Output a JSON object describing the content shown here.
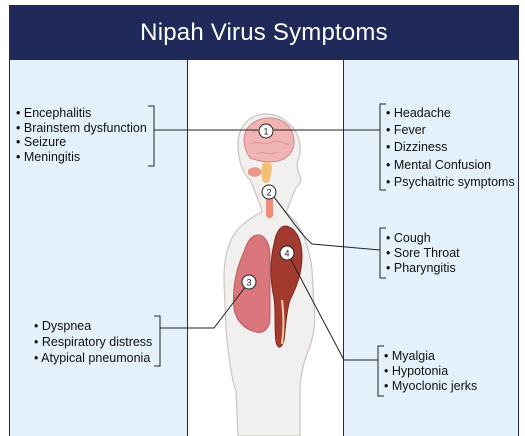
{
  "header": {
    "title": "Nipah Virus Symptoms"
  },
  "groups": {
    "brain": {
      "items": [
        "Encephalitis",
        "Brainstem dysfunction",
        "Seizure",
        "Meningitis"
      ]
    },
    "head": {
      "items": [
        "Headache",
        "Fever",
        "Dizziness",
        "Mental Confusion",
        "Psychaitric symptoms"
      ]
    },
    "throat": {
      "items": [
        "Cough",
        "Sore Throat",
        "Pharyngitis"
      ]
    },
    "lungs": {
      "items": [
        "Dyspnea",
        "Respiratory distress",
        "Atypical pneumonia"
      ]
    },
    "muscle": {
      "items": [
        "Myalgia",
        "Hypotonia",
        "Myoclonic jerks"
      ]
    }
  },
  "markers": [
    "1",
    "2",
    "3",
    "4"
  ],
  "colors": {
    "header": "#1f2a5a",
    "panel": "#e4f1fb",
    "skin": "#f1f0ee",
    "brain": "#f0b4b4",
    "lung": "#d9777c",
    "muscle": "#a23a30"
  }
}
